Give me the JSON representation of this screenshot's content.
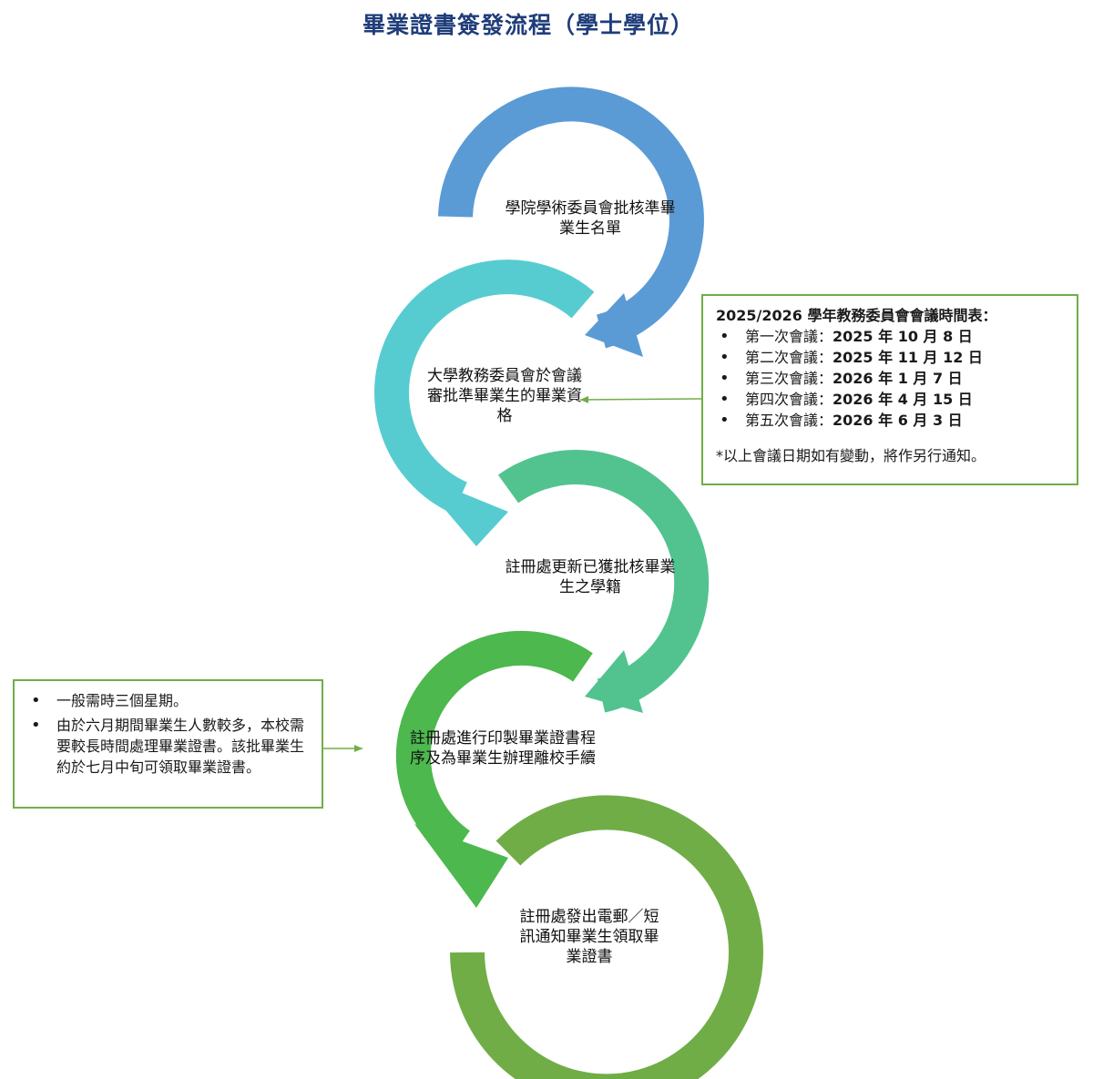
{
  "title": "畢業證書簽發流程（學士學位）",
  "colors": {
    "step1": "#5b9bd5",
    "step2": "#56ccd0",
    "step3": "#52c38f",
    "step4": "#4cb84e",
    "step5": "#70ad47",
    "box_border": "#70ad47",
    "title": "#1f3d7a"
  },
  "steps": [
    {
      "label": "學院學術委員會批核準畢業生名單"
    },
    {
      "label": "大學教務委員會於會議審批準畢業生的畢業資格"
    },
    {
      "label": "註冊處更新已獲批核畢業生之學籍"
    },
    {
      "label": "註冊處進行印製畢業證書程序及為畢業生辦理離校手續"
    },
    {
      "label": "註冊處發出電郵／短訊通知畢業生領取畢業證書"
    }
  ],
  "schedule": {
    "title": "2025/2026 學年教務委員會會議時間表：",
    "meetings": [
      {
        "name": "第一次會議：",
        "date": "2025 年 10 月 8 日"
      },
      {
        "name": "第二次會議：",
        "date": "2025 年 11 月 12 日"
      },
      {
        "name": "第三次會議：",
        "date": "2026 年 1 月 7 日"
      },
      {
        "name": "第四次會議：",
        "date": "2026 年 4 月 15 日"
      },
      {
        "name": "第五次會議：",
        "date": "2026 年 6 月 3 日"
      }
    ],
    "note": "*以上會議日期如有變動，將作另行通知。"
  },
  "timing_notes": [
    "一般需時三個星期。",
    "由於六月期間畢業生人數較多，本校需要較長時間處理畢業證書。該批畢業生約於七月中旬可領取畢業證書。"
  ]
}
